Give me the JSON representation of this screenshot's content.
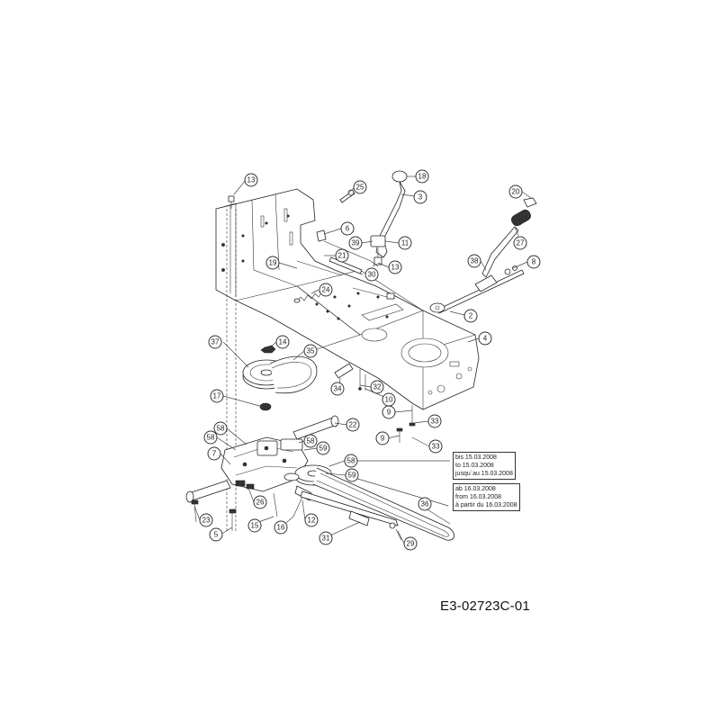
{
  "diagram": {
    "reference": "E3-02723C-01",
    "callouts": [
      {
        "id": "c13a",
        "label": "13"
      },
      {
        "id": "c25",
        "label": "25"
      },
      {
        "id": "c18",
        "label": "18"
      },
      {
        "id": "c3",
        "label": "3"
      },
      {
        "id": "c20",
        "label": "20"
      },
      {
        "id": "c6",
        "label": "6"
      },
      {
        "id": "c39",
        "label": "39"
      },
      {
        "id": "c11",
        "label": "11"
      },
      {
        "id": "c27",
        "label": "27"
      },
      {
        "id": "c21",
        "label": "21"
      },
      {
        "id": "c19",
        "label": "19"
      },
      {
        "id": "c13b",
        "label": "13"
      },
      {
        "id": "c30",
        "label": "30"
      },
      {
        "id": "c38",
        "label": "38"
      },
      {
        "id": "c8",
        "label": "8"
      },
      {
        "id": "c24",
        "label": "24"
      },
      {
        "id": "c2",
        "label": "2"
      },
      {
        "id": "c14",
        "label": "14"
      },
      {
        "id": "c37",
        "label": "37"
      },
      {
        "id": "c35",
        "label": "35"
      },
      {
        "id": "c4",
        "label": "4"
      },
      {
        "id": "c34",
        "label": "34"
      },
      {
        "id": "c32",
        "label": "32"
      },
      {
        "id": "c10",
        "label": "10"
      },
      {
        "id": "c17",
        "label": "17"
      },
      {
        "id": "c9a",
        "label": "9"
      },
      {
        "id": "c22",
        "label": "22"
      },
      {
        "id": "c33a",
        "label": "33"
      },
      {
        "id": "c9b",
        "label": "9"
      },
      {
        "id": "c58a",
        "label": "58"
      },
      {
        "id": "c58b",
        "label": "58"
      },
      {
        "id": "c7",
        "label": "7"
      },
      {
        "id": "c58c",
        "label": "58"
      },
      {
        "id": "c59a",
        "label": "59"
      },
      {
        "id": "c33b",
        "label": "33"
      },
      {
        "id": "c58d",
        "label": "58"
      },
      {
        "id": "c59b",
        "label": "59"
      },
      {
        "id": "c26",
        "label": "26"
      },
      {
        "id": "c36",
        "label": "36"
      },
      {
        "id": "c23",
        "label": "23"
      },
      {
        "id": "c15",
        "label": "15"
      },
      {
        "id": "c16",
        "label": "16"
      },
      {
        "id": "c12",
        "label": "12"
      },
      {
        "id": "c5",
        "label": "5"
      },
      {
        "id": "c31",
        "label": "31"
      },
      {
        "id": "c29",
        "label": "29"
      }
    ],
    "notes": [
      {
        "id": "until",
        "lines": [
          "bis 15.03.2008",
          "to 15.03.2008",
          "jusqu´au 15.03.2008"
        ]
      },
      {
        "id": "from",
        "lines": [
          "ab 16.03.2008",
          "from 16.03.2008",
          "à partir du 16.03.2008"
        ]
      }
    ]
  }
}
